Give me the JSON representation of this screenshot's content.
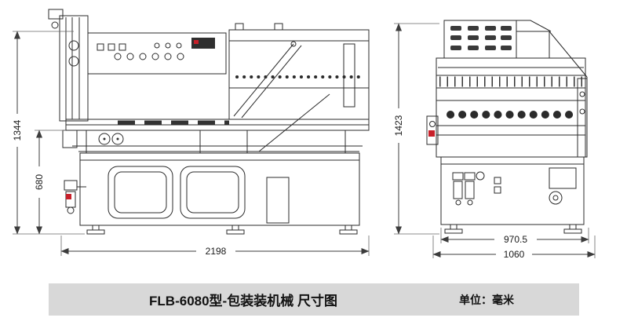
{
  "dimensions": {
    "left_total_height": "1344",
    "left_table_height": "680",
    "left_length": "2198",
    "side_height": "1423",
    "right_inner_width": "970.5",
    "right_outer_width": "1060"
  },
  "footer": {
    "title": "FLB-6080型-包装装机械 尺寸图",
    "unit": "单位：毫米"
  },
  "colors": {
    "line": "#2b2b2b",
    "dimension_line": "#3c3c3c",
    "accent_red": "#c8202a",
    "footer_bg": "#d8d8d8"
  }
}
